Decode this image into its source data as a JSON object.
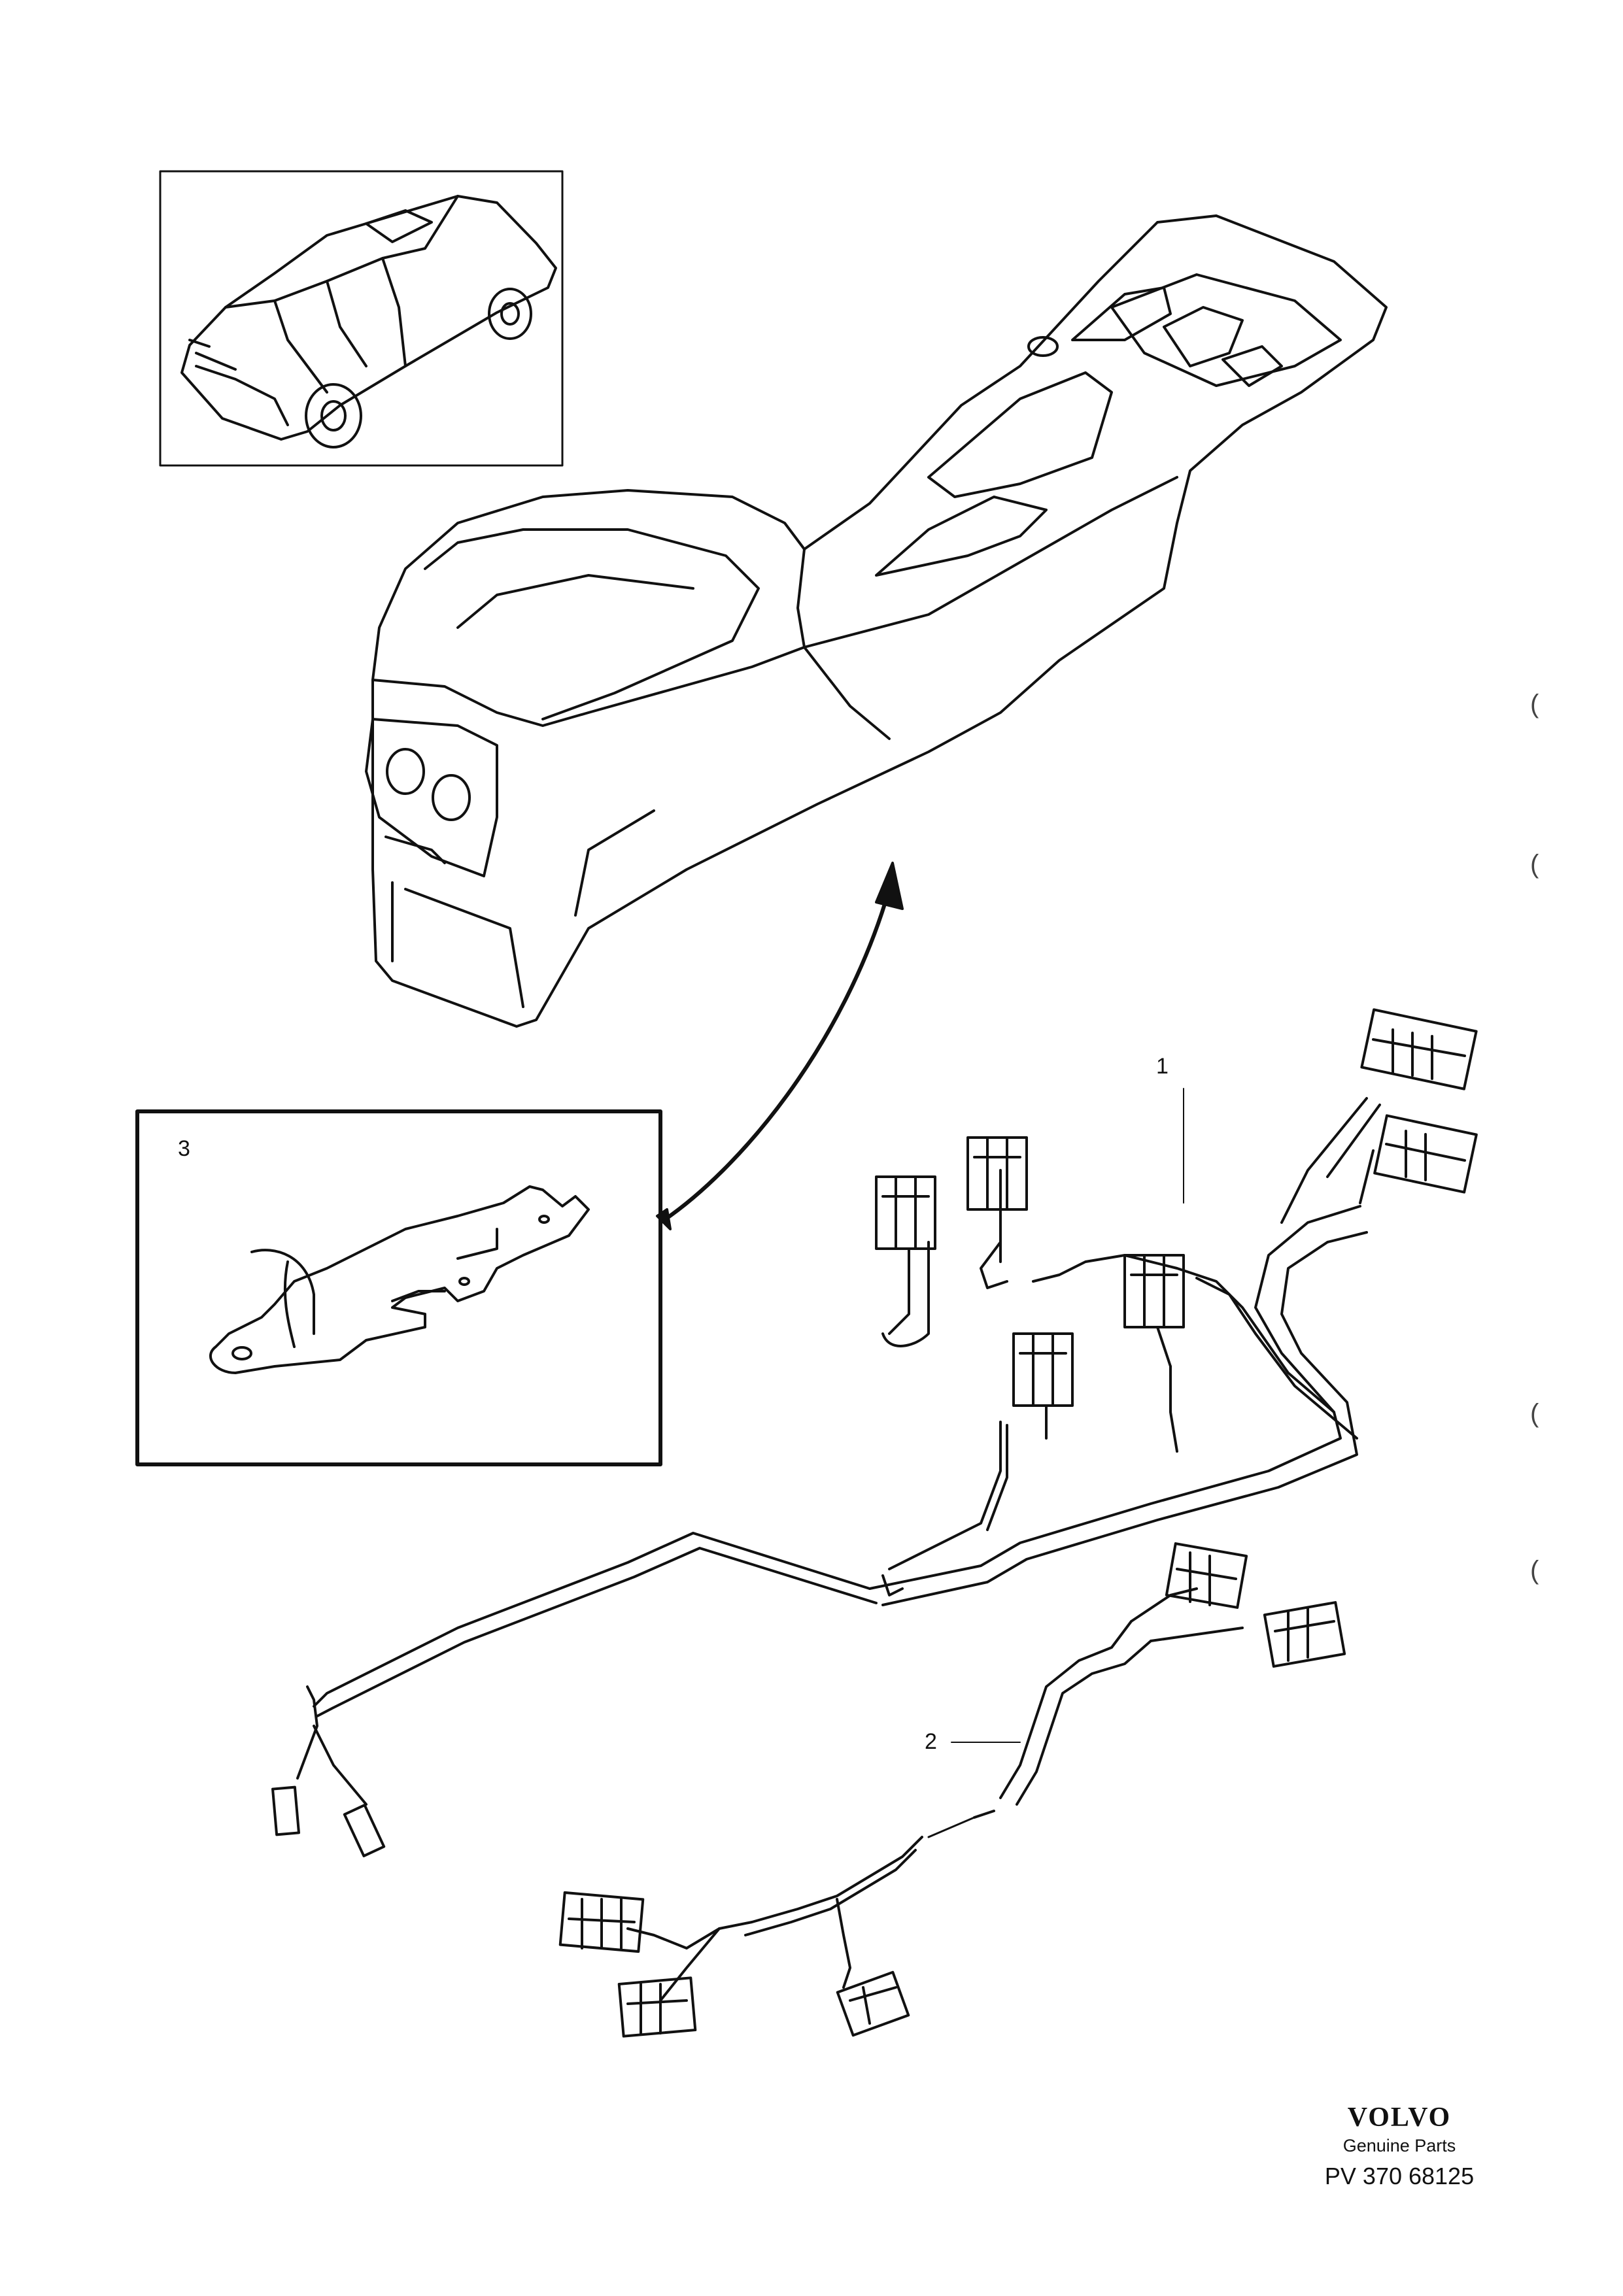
{
  "callouts": [
    {
      "id": "1",
      "label": "1"
    },
    {
      "id": "2",
      "label": "2"
    },
    {
      "id": "3",
      "label": "3"
    }
  ],
  "brand": {
    "logo": "VOLVO",
    "subtitle": "Genuine Parts",
    "reference": "PV 370 68125"
  },
  "margin_marks": [
    "(",
    "(",
    "(",
    "("
  ],
  "colors": {
    "ink": "#111111",
    "paper": "#ffffff"
  }
}
